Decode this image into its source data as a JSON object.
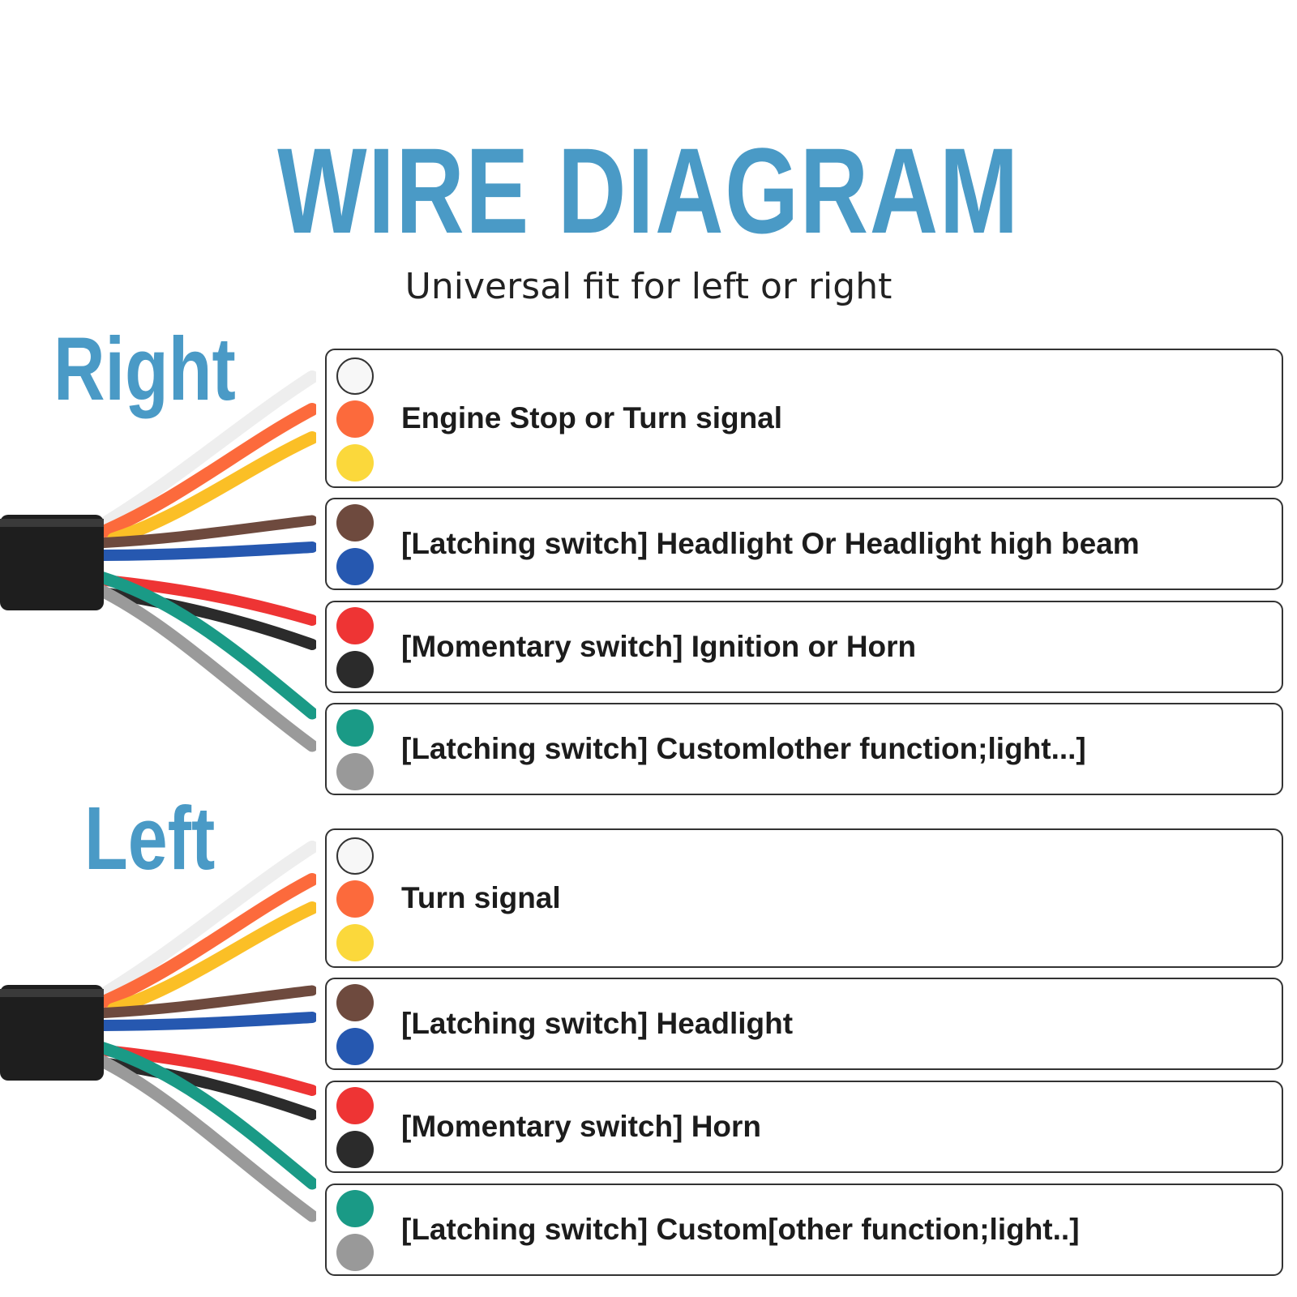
{
  "title": "WIRE DIAGRAM",
  "subtitle": "Universal fit for left or right",
  "colors": {
    "accent": "#4a9ac6",
    "white": "#f7f7f7",
    "orange": "#fc6a3c",
    "yellow": "#fbd83b",
    "brown": "#6e4a3e",
    "blue": "#2658b0",
    "red": "#ee3434",
    "black": "#2b2b2b",
    "green": "#1a9a86",
    "gray": "#999999"
  },
  "sections": [
    {
      "label": "Right",
      "rows": [
        {
          "wires": [
            "white",
            "orange",
            "yellow"
          ],
          "text": "Engine Stop or Turn signal"
        },
        {
          "wires": [
            "brown",
            "blue"
          ],
          "text": "[Latching switch] Headlight Or Headlight high beam"
        },
        {
          "wires": [
            "red",
            "black"
          ],
          "text": "[Momentary switch] Ignition or Horn"
        },
        {
          "wires": [
            "green",
            "gray"
          ],
          "text": "[Latching switch] Customlother function;light...]"
        }
      ]
    },
    {
      "label": "Left",
      "rows": [
        {
          "wires": [
            "white",
            "orange",
            "yellow"
          ],
          "text": "Turn signal"
        },
        {
          "wires": [
            "brown",
            "blue"
          ],
          "text": "[Latching switch] Headlight"
        },
        {
          "wires": [
            "red",
            "black"
          ],
          "text": "[Momentary switch] Horn"
        },
        {
          "wires": [
            "green",
            "gray"
          ],
          "text": "[Latching switch] Custom[other function;light..]"
        }
      ]
    }
  ]
}
